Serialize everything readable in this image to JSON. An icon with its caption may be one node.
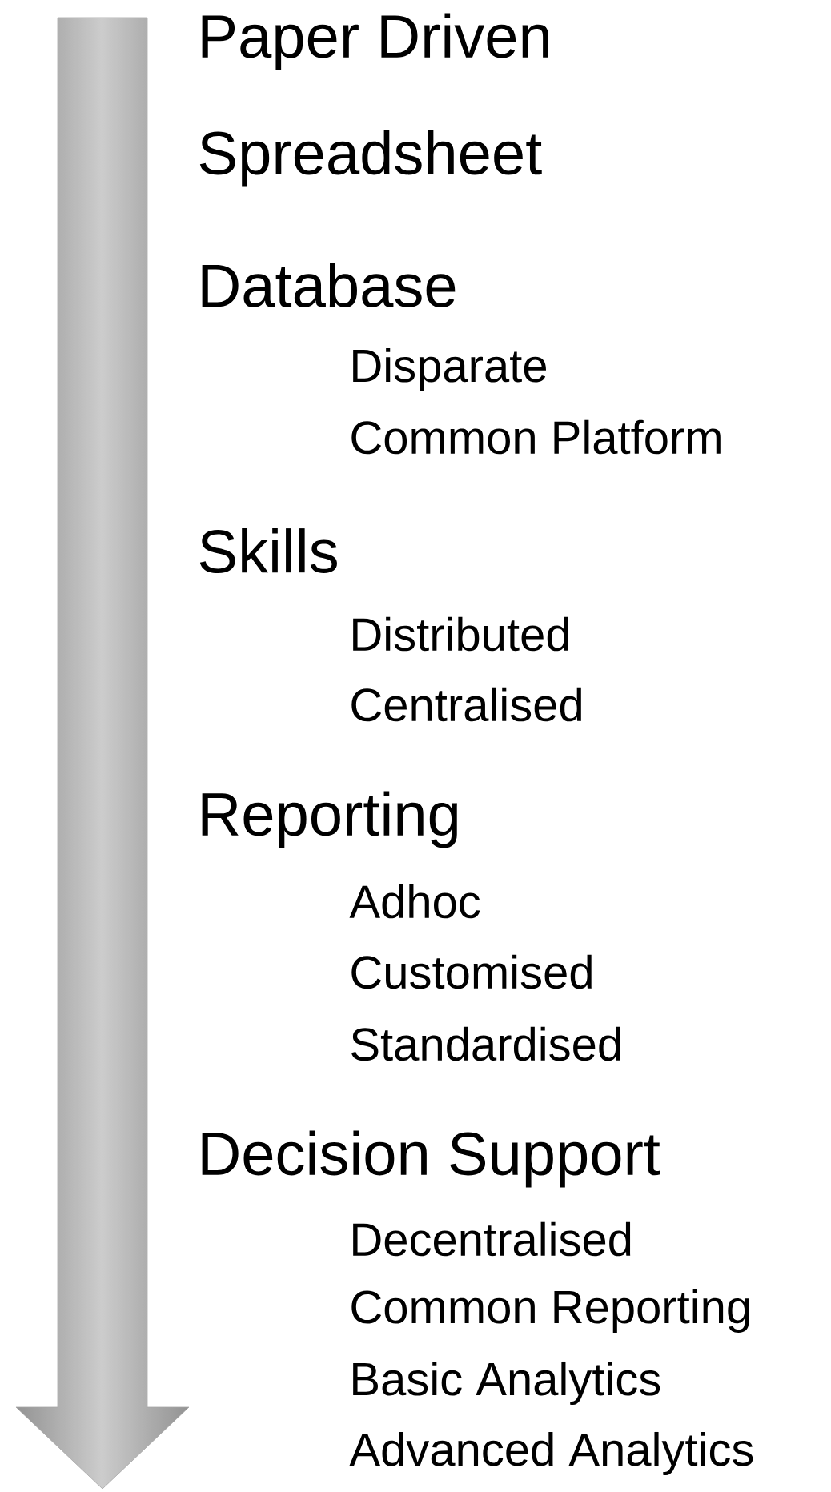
{
  "diagram": {
    "labels": [
      "Paper Driven",
      "Spreadsheet",
      "Database",
      "Disparate",
      "Common Platform",
      "Skills",
      "Distributed",
      "Centralised",
      "Reporting",
      "Adhoc",
      "Customised",
      "Standardised",
      "Decision Support",
      "Decentralised",
      "Common Reporting",
      "Basic Analytics",
      "Advanced Analytics"
    ]
  }
}
